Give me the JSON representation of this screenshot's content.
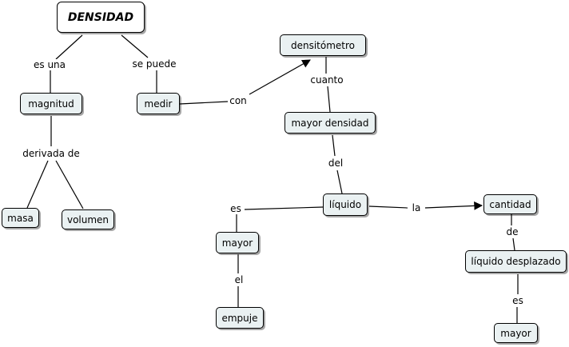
{
  "nodes": {
    "densidad": "DENSIDAD",
    "magnitud": "magnitud",
    "medir": "medir",
    "densimetro": "densitómetro",
    "mayor_densidad": "mayor densidad",
    "masa": "masa",
    "volumen": "volumen",
    "liquido": "líquido",
    "cantidad": "cantidad",
    "mayor1": "mayor",
    "liquido_desplazado": "líquido desplazado",
    "empuje": "empuje",
    "mayor2": "mayor"
  },
  "links": {
    "es_una": "es una",
    "se_puede": "se puede",
    "derivada_de": "derivada de",
    "con": "con",
    "cuanto": "cuanto",
    "del": "del",
    "es1": "es",
    "la": "la",
    "el": "el",
    "de": "de",
    "es2": "es"
  }
}
